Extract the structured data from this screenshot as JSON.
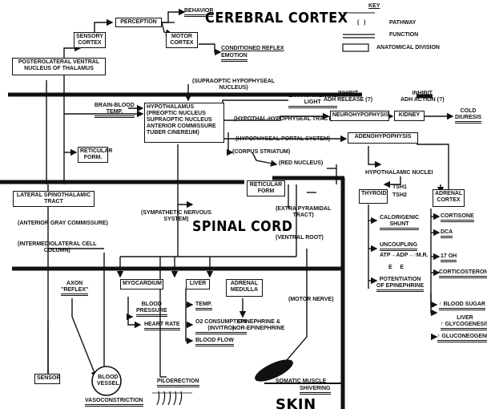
{
  "regions": {
    "cerebral_cortex": "CEREBRAL CORTEX",
    "spinal_cord": "SPINAL CORD",
    "skin": "SKIN"
  },
  "key": {
    "title": "KEY",
    "pathway": "PATHWAY",
    "function": "FUNCTION",
    "anatomical_division": "ANATOMICAL DIVISION"
  },
  "functions": {
    "behavior": "BEHAVIOR",
    "conditioned_reflex": "CONDITIONED REFLEX",
    "emotion": "EMOTION",
    "supraoptic_nucleus": "(SUPRAOPTIC HYPOPHYSEAL\nNUCLEUS)",
    "environmental_light": "ENVIRONMENTAL\nLIGHT",
    "inhibit_adh_release": "INHIBIT\nADH RELEASE (?)",
    "inhibit_adh_action": "INHIBIT\nADH ACTION (?)",
    "cold_diuresis": "COLD\nDIURESIS",
    "brain_blood_temp": "BRAIN-BLOOD\nTEMP.",
    "hypothal_tract": "(HYPOTHAL-HYPOPHYSEAL TRACT)",
    "portal_system": "(HYPOPHYSEAL PORTAL SYSTEM)",
    "corpus_striatum": "(CORPUS STRIATUM)",
    "red_nucleus": "(RED NUCLEUS)",
    "sympathetic_system": "(SYMPATHETIC NERVOUS\nSYSTEM)",
    "anterior_gray": "(ANTERIOR GRAY COMMISSURE)",
    "intermediolateral": "(INTERMEDIOLATERAL CELL\nCOLUMN)",
    "extra_pyramidal": "(EXTRA PYRAMIDAL\nTRACT)",
    "ventral_root": "(VENTRAL ROOT)",
    "motor_nerve": "(MOTOR NERVE)",
    "axon_reflex": "AXON\n\"REFLEX\"",
    "blood_pressure": "BLOOD\nPRESSURE",
    "heart_rate": "HEART RATE",
    "temp": "TEMP.",
    "o2_consumption": "O2 CONSUMPTION\n(INVITRO)",
    "blood_flow": "BLOOD FLOW",
    "epinephrine": "EPINEPHRINE &\nNOR-EPINEPHRINE",
    "calorigenic_shunt": "CALORIGENIC\nSHUNT",
    "uncoupling": "UNCOUPLING",
    "atp_adp": "ATP→ADP→↑M.R.",
    "e_e": "E     E",
    "potentiation": "POTENTIATION\nOF EPINEPHRINE",
    "cortisone": "CORTISONE",
    "dca": "DCA",
    "seventeen_oh": "17 OH",
    "corticosterone": "CORTICOSTERONE",
    "blood_sugar": "↑ BLOOD SUGAR",
    "liver_glycogenesis": "LIVER\n↑ GLYCOGENESIS",
    "gluconeogenesis": "↑ GLUCONEOGENESIS",
    "vasoconstriction": "VASOCONSTRICTION",
    "piloerection": "PILOERECTION",
    "somatic_muscle": "SOMATIC MUSCLE",
    "shivering": "SHIVERING",
    "tsh1": "TSH1",
    "tsh2": "TSH2"
  },
  "divisions": {
    "perception": "PERCEPTION",
    "sensory_cortex": "SENSORY\nCORTEX",
    "motor_cortex": "MOTOR\nCORTEX",
    "thalamus": "POSTEROLATERAL VENTRAL\nNUCLEUS OF THALAMUS",
    "hypothalamus": "HYPOTHALAMUS\n(PREOPTIC NUCLEUS\nSUPRAOPTIC NUCLEUS\nANTERIOR COMMISSURE\nTUBER CINEREUM)",
    "neurohypophysis": "NEUROHYPOPHYSIS",
    "kidney": "KIDNEY",
    "adenohypophysis": "ADENOHYPOPHYSIS",
    "reticular_form_1": "RETICULAR\nFORM.",
    "reticular_form_2": "RETICULAR\nFORM",
    "hypothalamic_nuclei": "HYPOTHALAMIC NUCLEI",
    "thyroid": "THYROID",
    "adrenal_cortex": "ADRENAL\nCORTEX",
    "spinothalamic": "LATERAL SPINOTHALAMIC\nTRACT",
    "myocardium": "MYOCARDIUM",
    "liver": "LIVER",
    "adrenal_medulla": "ADRENAL\nMEDULLA",
    "sensor": "SENSOR",
    "blood_vessel": "BLOOD\nVESSEL"
  }
}
